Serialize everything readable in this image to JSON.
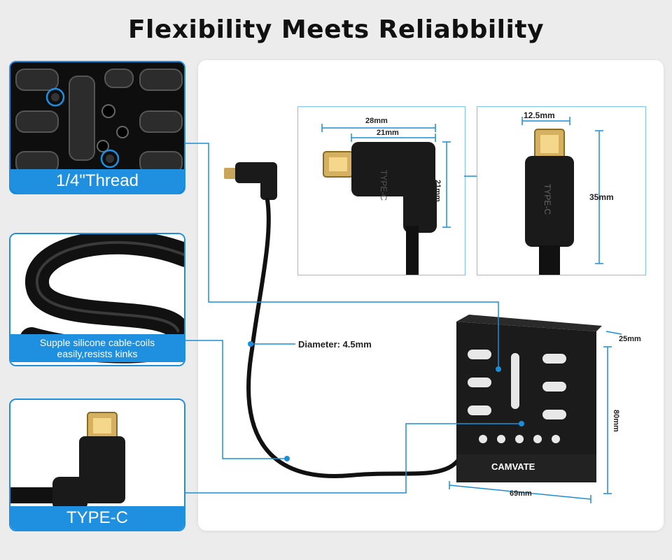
{
  "title": "Flexibility Meets Reliabbility",
  "cards": [
    {
      "label": "1/4\"Thread"
    },
    {
      "label": "Supple silicone cable-coils easily,resists kinks"
    },
    {
      "label": "TYPE-C"
    }
  ],
  "dimensions": {
    "right_angle_width": "28mm",
    "right_angle_inner": "21mm",
    "right_angle_height": "21mm",
    "straight_width": "12.5mm",
    "straight_length": "35mm",
    "cage_depth": "25mm",
    "cage_height": "80mm",
    "cage_width": "69mm"
  },
  "connector_text": "TYPE-C",
  "diameter_label": "Diameter:  4.5mm",
  "brand": "CAMVATE",
  "colors": {
    "accent": "#1f8fe0",
    "callout_line": "#1a8fd8"
  }
}
